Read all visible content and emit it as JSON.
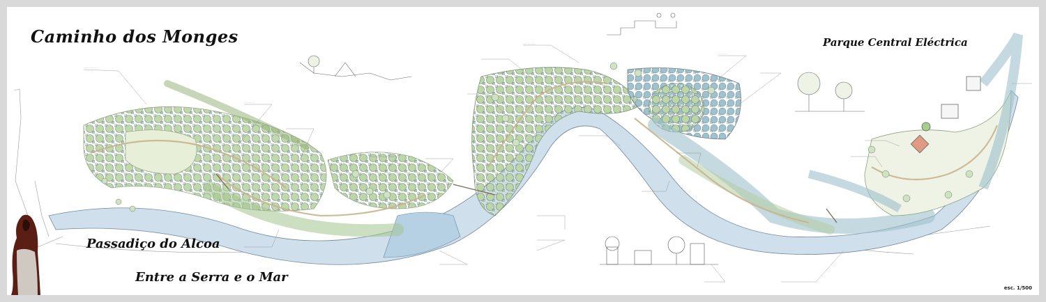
{
  "titles": {
    "main": "Caminho dos Monges",
    "parque": "Parque Central Eléctrica",
    "passadico": "Passadiço do Alcoa",
    "entre": "Entre a Serra e o Mar"
  },
  "scale": "esc. 1/500",
  "colors": {
    "background": "#ffffff",
    "frame": "#d9d9d9",
    "river": "#a9c6e0",
    "vegetation_green": "#a9c98a",
    "vegetation_blue": "#8fb4c8",
    "path": "#d8c9a8",
    "ink": "#333333",
    "monk_robe": "#5a1e14"
  },
  "icons": {
    "monk": "monk-figure-icon",
    "trees": "tree-canopy-icon",
    "buildings": "building-outline-icon"
  }
}
